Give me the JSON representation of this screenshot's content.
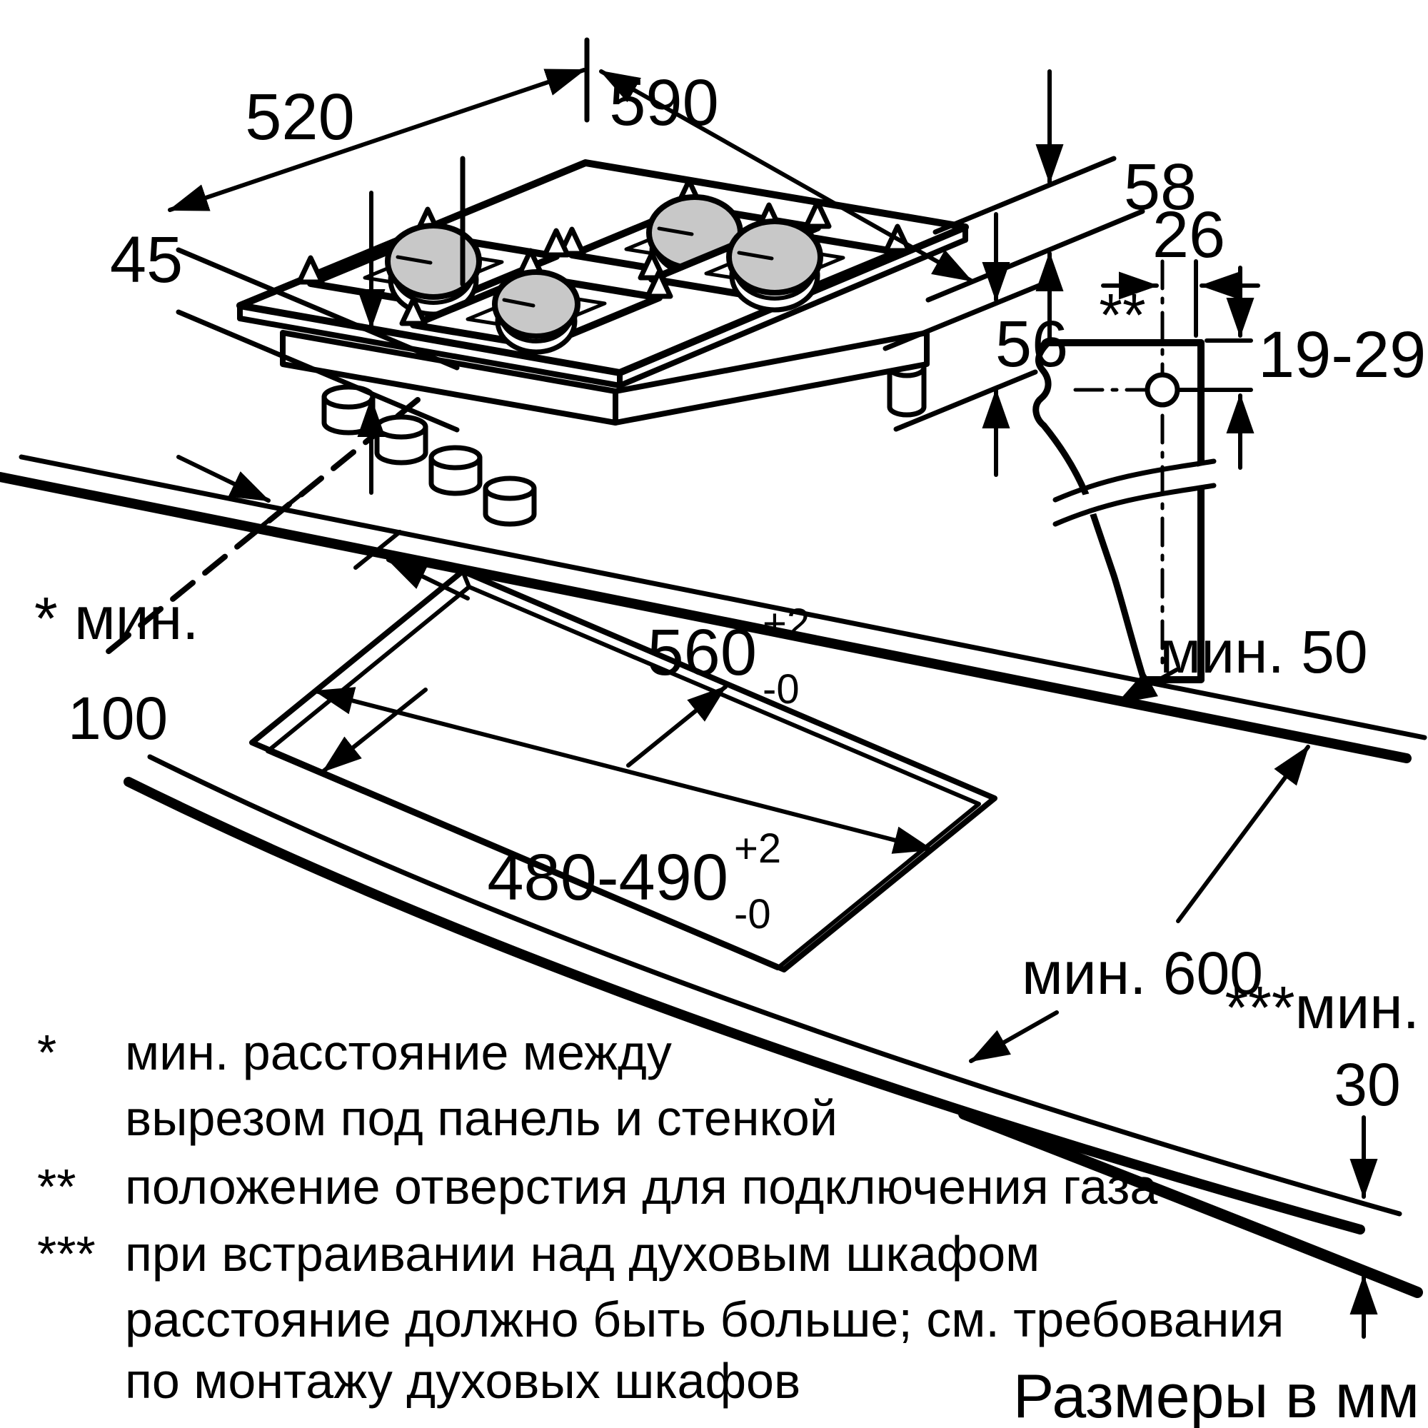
{
  "diagram": {
    "title": "Размеры в мм",
    "dimensions": {
      "hob_depth": "520",
      "hob_width": "590",
      "height_with_grates": "58",
      "glass_height": "45",
      "body_height_below": "56",
      "gas_hole_offset": "26",
      "gas_hole_marker": "**",
      "gas_hole_vertical": "19-29",
      "min_back_clearance": "мин. 50",
      "cutout_width": "560",
      "cutout_width_tol_plus": "+2",
      "cutout_width_tol_minus": "-0",
      "cutout_depth": "480-490",
      "cutout_depth_tol_plus": "+2",
      "cutout_depth_tol_minus": "-0",
      "min_side_label": "* мин.",
      "min_side_value": "100",
      "min_worktop_depth": "мин. 600",
      "min_oven_label": "***мин.",
      "min_oven_value": "30"
    },
    "footnote_rows": [
      {
        "marker": "*",
        "text": "мин. расстояние между"
      },
      {
        "marker": "",
        "text": "вырезом под панель и стенкой"
      },
      {
        "marker": "**",
        "text": "положение отверстия для подключения газа"
      },
      {
        "marker": "***",
        "text": "при встраивании над духовым шкафом"
      },
      {
        "marker": "",
        "text": "расстояние должно быть больше; см. требования"
      },
      {
        "marker": "",
        "text": "по монтажу духовых шкафов"
      }
    ]
  }
}
